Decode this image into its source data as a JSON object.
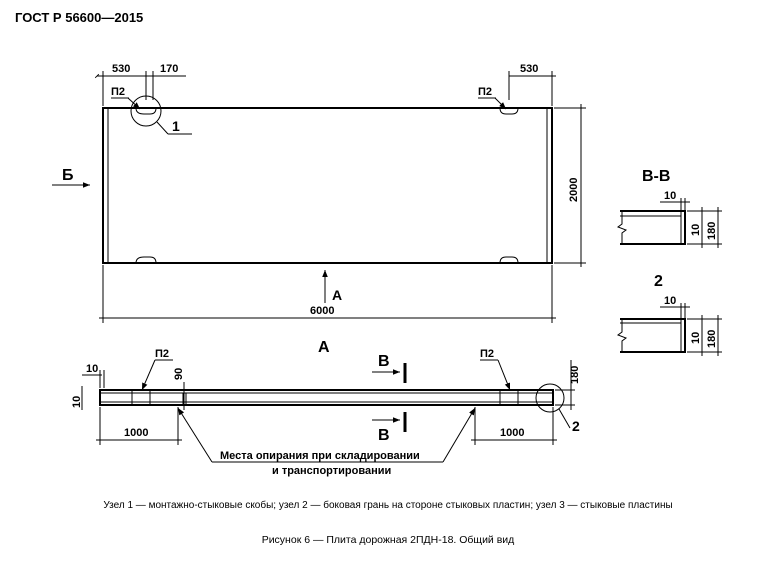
{
  "document": {
    "standard": "ГОСТ Р 56600—2015",
    "note": "Узел  1 — монтажно-стыковые скобы; узел 2 — боковая грань на стороне стыковых пластин; узел 3 — стыковые пластины",
    "caption": "Рисунок 6 — Плита дорожная 2ПДН-18. Общий вид"
  },
  "plan_view": {
    "dim_left_530": "530",
    "dim_170": "170",
    "dim_right_530": "530",
    "plate_left": "П2",
    "plate_right": "П2",
    "node_1": "1",
    "view_arrow_b": "Б",
    "height": "2000",
    "view_arrow_a": "А",
    "length": "6000"
  },
  "section_view": {
    "title": "А",
    "dim_10_top": "10",
    "dim_10_side": "10",
    "plate_left": "П2",
    "plate_right": "П2",
    "dim_90": "90",
    "dim_180": "180",
    "section_mark_top": "В",
    "section_mark_bottom": "В",
    "node_2": "2",
    "support_left": "1000",
    "support_right": "1000",
    "callout_line1": "Места опирания при складировании",
    "callout_line2": "и транспортировании"
  },
  "detail_vv": {
    "title": "В-В",
    "dim_10a": "10",
    "dim_10b": "10",
    "dim_180": "180"
  },
  "detail_2": {
    "title": "2",
    "dim_10a": "10",
    "dim_10b": "10",
    "dim_180": "180"
  }
}
